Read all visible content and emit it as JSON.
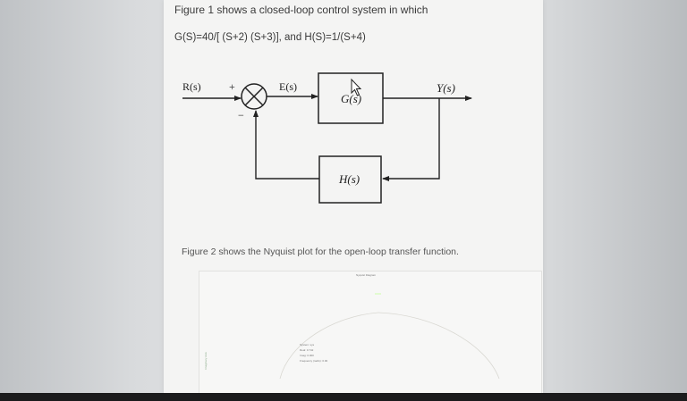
{
  "text": {
    "figure1_intro": "Figure 1 shows a closed-loop control system in which",
    "transfer_functions": "G(S)=40/[ (S+2) (S+3)], and H(S)=1/(S+4)",
    "figure2_caption": "Figure 2 shows the Nyquist plot for the open-loop transfer function."
  },
  "block_diagram": {
    "input": "R(s)",
    "error": "E(s)",
    "output": "Y(s)",
    "forward_block": "G(s)",
    "feedback_block": "H(s)",
    "plus_sign": "+",
    "minus_sign": "−"
  },
  "nyquist": {
    "title": "Nyquist Diagram",
    "ylabel": "Imaginary Axis",
    "datatip": [
      "System: sys",
      "Real: 0.742",
      "Imag: 0.000",
      "Frequency (rad/s): 0.00"
    ]
  }
}
